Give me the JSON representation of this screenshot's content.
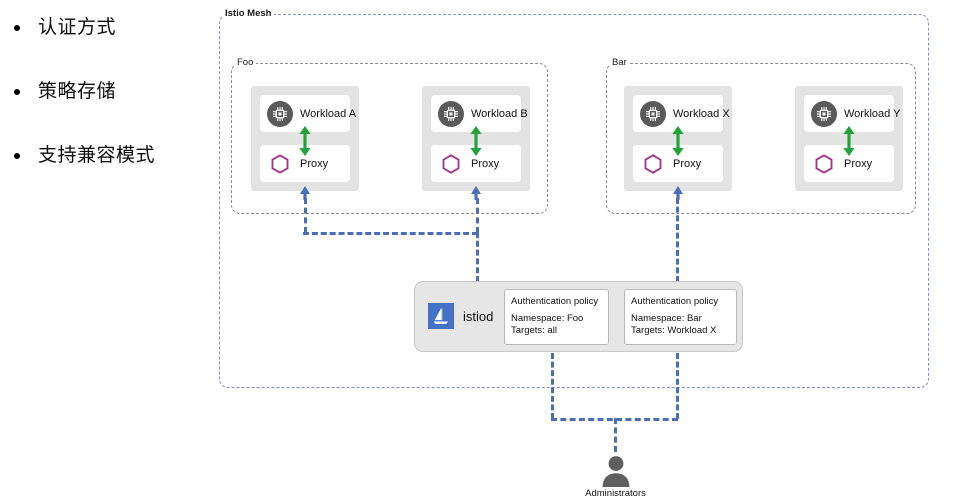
{
  "bullets": {
    "items": [
      {
        "label": "认证方式"
      },
      {
        "label": "策略存储"
      },
      {
        "label": "支持兼容模式"
      }
    ]
  },
  "diagram": {
    "mesh": {
      "label": "Istio Mesh"
    },
    "namespaces": [
      {
        "label": "Foo",
        "pods": [
          {
            "workload_label": "Workload A",
            "proxy_label": "Proxy"
          },
          {
            "workload_label": "Workload B",
            "proxy_label": "Proxy"
          }
        ]
      },
      {
        "label": "Bar",
        "pods": [
          {
            "workload_label": "Workload X",
            "proxy_label": "Proxy"
          },
          {
            "workload_label": "Workload Y",
            "proxy_label": "Proxy"
          }
        ]
      }
    ],
    "control_plane": {
      "name": "istiod",
      "logo_icon": "sailboat-icon",
      "policies": [
        {
          "title": "Authentication policy",
          "namespace_line": "Namespace: Foo",
          "targets_line": "Targets: all"
        },
        {
          "title": "Authentication policy",
          "namespace_line": "Namespace: Bar",
          "targets_line": "Targets: Workload X"
        }
      ]
    },
    "actor": {
      "label": "Administrators",
      "icon": "person-icon"
    },
    "icons": {
      "workload": "chip-icon",
      "proxy": "hexagon-icon"
    },
    "colors": {
      "mesh_border": "#7b94c7",
      "namespace_border": "#8a8a8a",
      "pod_fill": "#e3e3e3",
      "proxy_hex": "#a4348a",
      "sync_arrow": "#22a238",
      "config_arrow": "#4a6fb5",
      "istiod_logo": "#4472c4",
      "workload_icon": "#5a5a5a"
    }
  }
}
